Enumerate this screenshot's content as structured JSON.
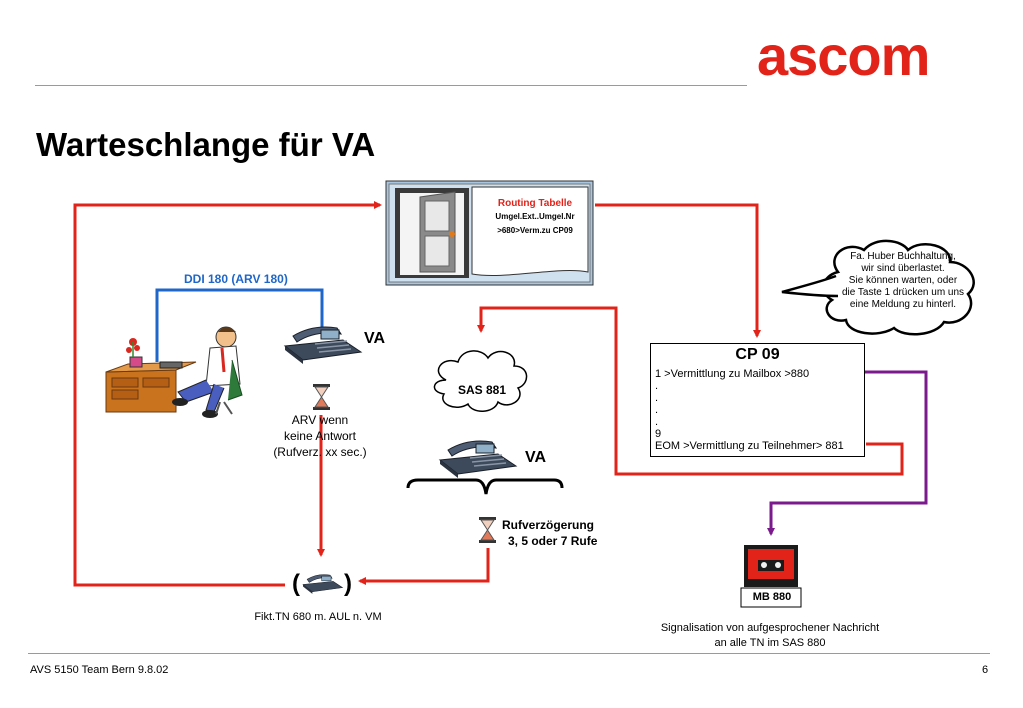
{
  "header": {
    "logo_text": "ascom",
    "title": "Warteschlange für VA"
  },
  "routing_table": {
    "title": "Routing Tabelle",
    "line1": "Umgel.Ext..Umgel.Nr",
    "line2": ">680>Verm.zu CP09"
  },
  "labels": {
    "ddi": "DDI 180 (ARV 180)",
    "va_top": "VA",
    "va_bottom": "VA",
    "arv_lines": [
      "ARV  wenn",
      "keine Antwort",
      "(Rufverz. xx sec.)"
    ],
    "sas": "SAS 881",
    "rufverzoegerung_lines": [
      "Rufverzögerung",
      "3, 5 oder 7 Rufe"
    ],
    "paren_left": "(",
    "paren_right": ")",
    "fikt": "Fikt.TN 680 m. AUL n. VM",
    "mailbox": "MB 880",
    "signal_lines": [
      "Signalisation von aufgesprochener Nachricht",
      "an alle TN im SAS 880"
    ]
  },
  "bubble": {
    "lines": [
      "Fa. Huber Buchhaltung,",
      "wir sind überlastet.",
      "Sie können warten, oder",
      "die Taste 1 drücken um uns",
      "eine Meldung zu hinterl."
    ]
  },
  "cp09": {
    "title": "CP 09",
    "lines": [
      "1 >Vermittlung zu Mailbox >880",
      ".",
      ".",
      ".",
      ".",
      "9",
      "EOM >Vermittlung zu Teilnehmer> 881"
    ]
  },
  "footer": {
    "left": "AVS 5150 Team Bern 9.8.02",
    "page": "6"
  },
  "colors": {
    "brand_red": "#e2231a",
    "arrow_red": "#e2231a",
    "line_blue": "#1e66c8",
    "line_purple": "#7b1a8c"
  }
}
